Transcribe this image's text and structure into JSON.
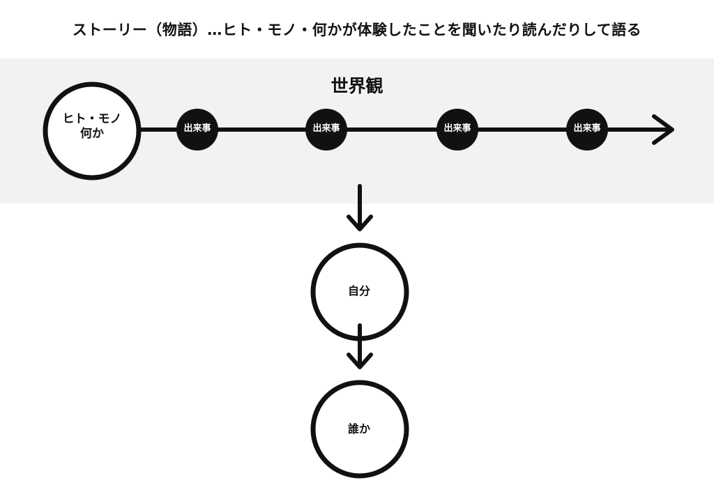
{
  "title": "ストーリー（物語）…ヒト・モノ・何かが体験したことを聞いたり読んだりして語る",
  "world": {
    "label": "世界観"
  },
  "subject": {
    "line1": "ヒト・モノ",
    "line2": "何か"
  },
  "events": [
    {
      "label": "出来事"
    },
    {
      "label": "出来事"
    },
    {
      "label": "出来事"
    },
    {
      "label": "出来事"
    }
  ],
  "self": {
    "label": "自分"
  },
  "someone": {
    "label": "誰か"
  },
  "colors": {
    "band": "#f2f2f2",
    "ink": "#111111",
    "event_fill": "#111111",
    "event_text": "#ffffff"
  }
}
